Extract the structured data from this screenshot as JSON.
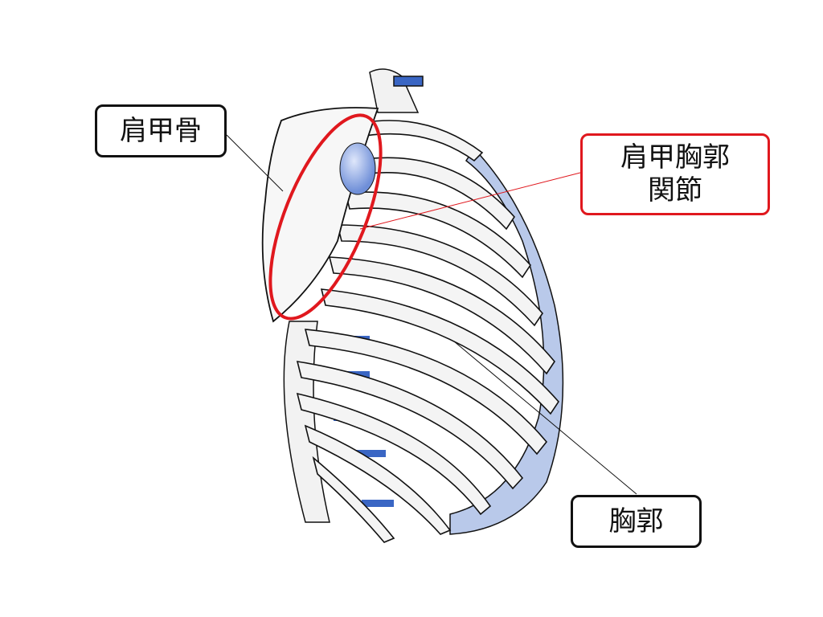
{
  "labels": {
    "scapula": "肩甲骨",
    "scapulothoracic_joint_line1": "肩甲胸郭",
    "scapulothoracic_joint_line2": "関節",
    "thorax": "胸郭"
  },
  "colors": {
    "highlight": "#e0181e",
    "cartilage": "#3a66c4",
    "bone": "#f2f2f2",
    "outline": "#111111"
  }
}
